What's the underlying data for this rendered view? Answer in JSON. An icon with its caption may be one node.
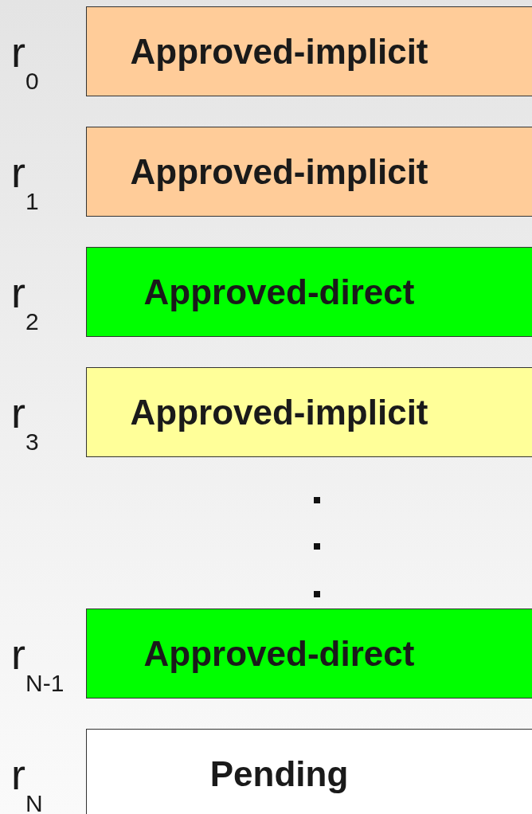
{
  "diagram": {
    "nodes": [
      {
        "text": [
          "Approved-implicit"
        ],
        "beside": [
          "r$_{0}$"
        ]
      },
      {
        "text": [
          "Approved-implicit"
        ],
        "beside": [
          "r$_{1}$"
        ]
      },
      {
        "text": [
          "Approved-direct"
        ],
        "beside": [
          "r$_{2}$"
        ]
      },
      {
        "text": [
          "Approved-implicit"
        ],
        "beside": [
          "r$_{3}$"
        ]
      },
      {
        "text": [
          "Approved-direct"
        ],
        "beside": [
          "r$_{N-1}$"
        ]
      },
      {
        "text": [
          "Pending"
        ],
        "beside": [
          "r$_{N}$"
        ]
      }
    ]
  }
}
